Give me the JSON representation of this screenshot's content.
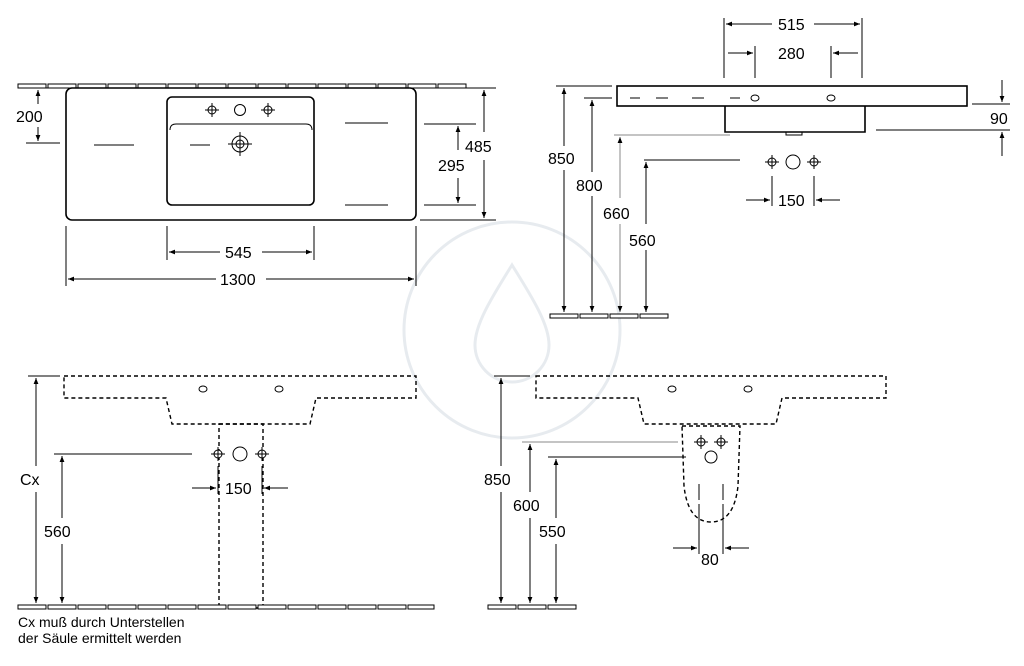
{
  "top_view": {
    "dim_200": "200",
    "dim_295": "295",
    "dim_485": "485",
    "dim_545": "545",
    "dim_1300": "1300"
  },
  "side_view": {
    "dim_515": "515",
    "dim_280": "280",
    "dim_90": "90",
    "dim_850": "850",
    "dim_800": "800",
    "dim_660": "660",
    "dim_560": "560",
    "dim_150": "150"
  },
  "front_column_view": {
    "dim_cx": "Cx",
    "dim_560": "560",
    "dim_150": "150",
    "note_line1": "Cx muß durch Unterstellen",
    "note_line2": "der Säule ermittelt werden"
  },
  "front_semicolumn_view": {
    "dim_850": "850",
    "dim_600": "600",
    "dim_550": "550",
    "dim_80": "80"
  }
}
